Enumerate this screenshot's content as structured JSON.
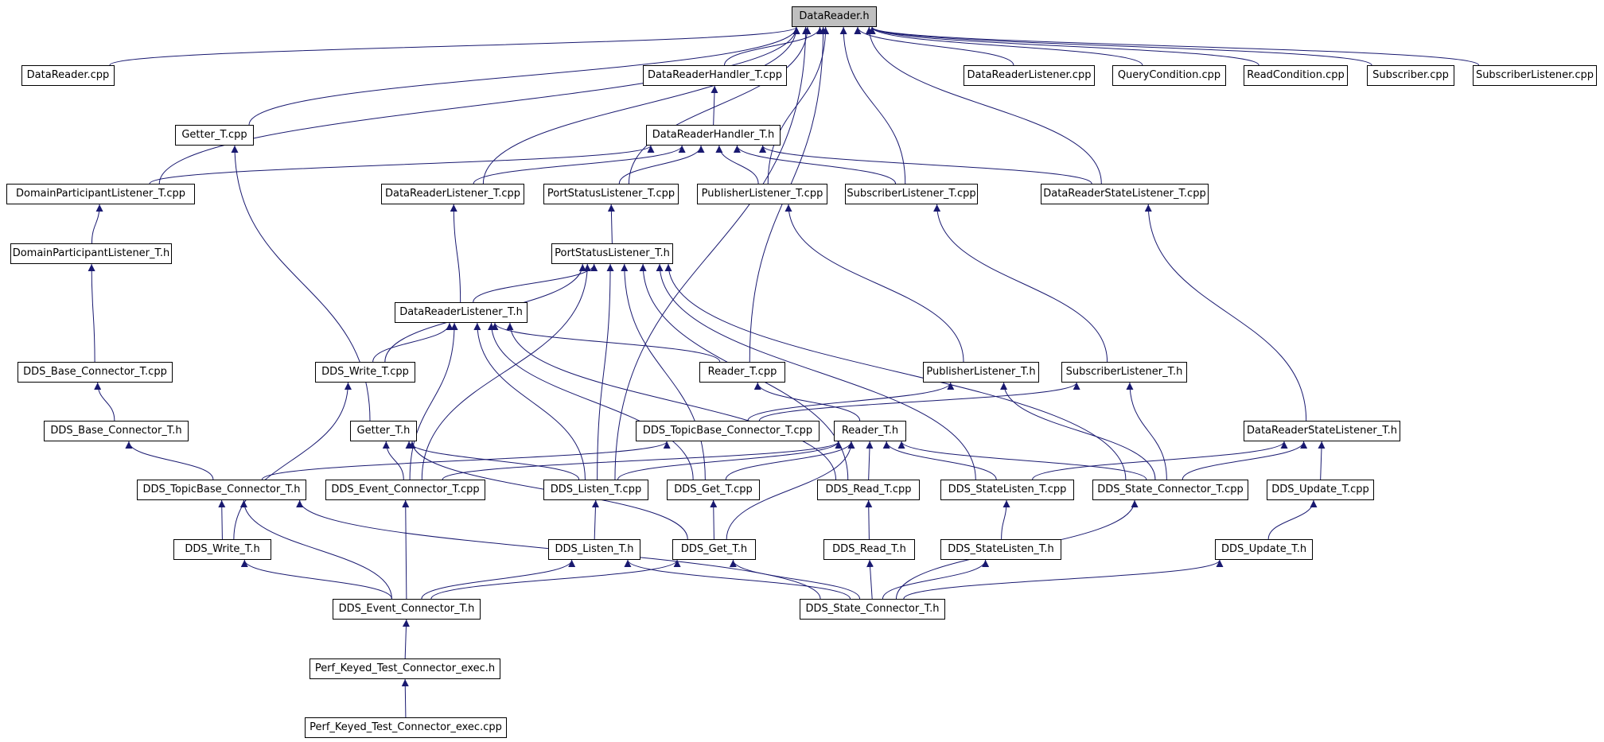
{
  "diagram": {
    "edge_color": "#191970",
    "root_fill": "#bfbfbf",
    "nodes": {
      "dr_h": "DataReader.h",
      "dr_cpp": "DataReader.cpp",
      "drh_t_cpp": "DataReaderHandler_T.cpp",
      "drl_cpp": "DataReaderListener.cpp",
      "qc_cpp": "QueryCondition.cpp",
      "rc_cpp": "ReadCondition.cpp",
      "sub_cpp": "Subscriber.cpp",
      "subl_cpp": "SubscriberListener.cpp",
      "getter_cpp": "Getter_T.cpp",
      "drh_t_h": "DataReaderHandler_T.h",
      "dpl_t_cpp": "DomainParticipantListener_T.cpp",
      "drl_t_cpp": "DataReaderListener_T.cpp",
      "psl_t_cpp": "PortStatusListener_T.cpp",
      "publ_t_cpp": "PublisherListener_T.cpp",
      "subl_t_cpp": "SubscriberListener_T.cpp",
      "drsl_t_cpp": "DataReaderStateListener_T.cpp",
      "dpl_t_h": "DomainParticipantListener_T.h",
      "psl_t_h": "PortStatusListener_T.h",
      "drl_t_h": "DataReaderListener_T.h",
      "dbc_t_cpp": "DDS_Base_Connector_T.cpp",
      "dw_t_cpp": "DDS_Write_T.cpp",
      "reader_t_cpp": "Reader_T.cpp",
      "publ_t_h": "PublisherListener_T.h",
      "subl_t_h": "SubscriberListener_T.h",
      "dbc_t_h": "DDS_Base_Connector_T.h",
      "getter_h": "Getter_T.h",
      "dtbc_t_cpp": "DDS_TopicBase_Connector_T.cpp",
      "reader_t_h": "Reader_T.h",
      "drsl_t_h": "DataReaderStateListener_T.h",
      "dtbc_t_h": "DDS_TopicBase_Connector_T.h",
      "dec_t_cpp": "DDS_Event_Connector_T.cpp",
      "dl_t_cpp": "DDS_Listen_T.cpp",
      "dg_t_cpp": "DDS_Get_T.cpp",
      "drd_t_cpp": "DDS_Read_T.cpp",
      "dsl_t_cpp": "DDS_StateListen_T.cpp",
      "dsc_t_cpp": "DDS_State_Connector_T.cpp",
      "du_t_cpp": "DDS_Update_T.cpp",
      "dw_t_h": "DDS_Write_T.h",
      "dl_t_h": "DDS_Listen_T.h",
      "dg_t_h": "DDS_Get_T.h",
      "drd_t_h": "DDS_Read_T.h",
      "dsl_t_h": "DDS_StateListen_T.h",
      "du_t_h": "DDS_Update_T.h",
      "dec_t_h": "DDS_Event_Connector_T.h",
      "dsc_t_h": "DDS_State_Connector_T.h",
      "perf_h": "Perf_Keyed_Test_Connector_exec.h",
      "perf_cpp": "Perf_Keyed_Test_Connector_exec.cpp"
    },
    "edges": [
      [
        "dr_cpp",
        "dr_h"
      ],
      [
        "drh_t_cpp",
        "dr_h"
      ],
      [
        "drl_cpp",
        "dr_h"
      ],
      [
        "qc_cpp",
        "dr_h"
      ],
      [
        "rc_cpp",
        "dr_h"
      ],
      [
        "sub_cpp",
        "dr_h"
      ],
      [
        "subl_cpp",
        "dr_h"
      ],
      [
        "getter_cpp",
        "dr_h"
      ],
      [
        "dpl_t_cpp",
        "dr_h"
      ],
      [
        "drl_t_cpp",
        "dr_h"
      ],
      [
        "psl_t_cpp",
        "dr_h"
      ],
      [
        "publ_t_cpp",
        "dr_h"
      ],
      [
        "subl_t_cpp",
        "dr_h"
      ],
      [
        "drsl_t_cpp",
        "dr_h"
      ],
      [
        "reader_t_cpp",
        "dr_h"
      ],
      [
        "dl_t_cpp",
        "dr_h"
      ],
      [
        "drh_t_h",
        "drh_t_cpp"
      ],
      [
        "dpl_t_cpp",
        "drh_t_h"
      ],
      [
        "drl_t_cpp",
        "drh_t_h"
      ],
      [
        "psl_t_cpp",
        "drh_t_h"
      ],
      [
        "publ_t_cpp",
        "drh_t_h"
      ],
      [
        "subl_t_cpp",
        "drh_t_h"
      ],
      [
        "drsl_t_cpp",
        "drh_t_h"
      ],
      [
        "dpl_t_h",
        "dpl_t_cpp"
      ],
      [
        "dbc_t_cpp",
        "dpl_t_h"
      ],
      [
        "dbc_t_h",
        "dbc_t_cpp"
      ],
      [
        "dtbc_t_h",
        "dbc_t_h"
      ],
      [
        "getter_h",
        "getter_cpp"
      ],
      [
        "drl_t_h",
        "drl_t_cpp"
      ],
      [
        "psl_t_h",
        "psl_t_cpp"
      ],
      [
        "drl_t_h",
        "psl_t_h"
      ],
      [
        "dw_t_cpp",
        "psl_t_h"
      ],
      [
        "dec_t_cpp",
        "psl_t_h"
      ],
      [
        "dl_t_cpp",
        "psl_t_h"
      ],
      [
        "dg_t_cpp",
        "psl_t_h"
      ],
      [
        "drd_t_cpp",
        "psl_t_h"
      ],
      [
        "dsl_t_cpp",
        "psl_t_h"
      ],
      [
        "dsc_t_cpp",
        "psl_t_h"
      ],
      [
        "dw_t_cpp",
        "drl_t_h"
      ],
      [
        "reader_t_cpp",
        "drl_t_h"
      ],
      [
        "dec_t_cpp",
        "drl_t_h"
      ],
      [
        "dl_t_cpp",
        "drl_t_h"
      ],
      [
        "dg_t_cpp",
        "drl_t_h"
      ],
      [
        "drd_t_cpp",
        "drl_t_h"
      ],
      [
        "dw_t_h",
        "dw_t_cpp"
      ],
      [
        "publ_t_h",
        "publ_t_cpp"
      ],
      [
        "subl_t_h",
        "subl_t_cpp"
      ],
      [
        "dtbc_t_cpp",
        "publ_t_h"
      ],
      [
        "dtbc_t_cpp",
        "subl_t_h"
      ],
      [
        "dsc_t_cpp",
        "publ_t_h"
      ],
      [
        "dsc_t_cpp",
        "subl_t_h"
      ],
      [
        "reader_t_h",
        "reader_t_cpp"
      ],
      [
        "dec_t_cpp",
        "reader_t_h"
      ],
      [
        "dl_t_cpp",
        "reader_t_h"
      ],
      [
        "dg_t_cpp",
        "reader_t_h"
      ],
      [
        "drd_t_cpp",
        "reader_t_h"
      ],
      [
        "dsl_t_cpp",
        "reader_t_h"
      ],
      [
        "dsc_t_cpp",
        "reader_t_h"
      ],
      [
        "dg_t_h",
        "reader_t_h"
      ],
      [
        "dec_t_cpp",
        "getter_h"
      ],
      [
        "dl_t_cpp",
        "getter_h"
      ],
      [
        "dg_t_h",
        "getter_h"
      ],
      [
        "dtbc_t_h",
        "dtbc_t_cpp"
      ],
      [
        "drsl_t_h",
        "drsl_t_cpp"
      ],
      [
        "dsl_t_cpp",
        "drsl_t_h"
      ],
      [
        "dsc_t_cpp",
        "drsl_t_h"
      ],
      [
        "du_t_cpp",
        "drsl_t_h"
      ],
      [
        "dl_t_h",
        "dl_t_cpp"
      ],
      [
        "dg_t_h",
        "dg_t_cpp"
      ],
      [
        "drd_t_h",
        "drd_t_cpp"
      ],
      [
        "dsl_t_h",
        "dsl_t_cpp"
      ],
      [
        "du_t_h",
        "du_t_cpp"
      ],
      [
        "dw_t_h",
        "dtbc_t_h"
      ],
      [
        "dec_t_h",
        "dtbc_t_h"
      ],
      [
        "dsc_t_h",
        "dtbc_t_h"
      ],
      [
        "dec_t_h",
        "dw_t_h"
      ],
      [
        "dec_t_h",
        "dec_t_cpp"
      ],
      [
        "dec_t_h",
        "dl_t_h"
      ],
      [
        "dec_t_h",
        "dg_t_h"
      ],
      [
        "dsc_t_h",
        "dl_t_h"
      ],
      [
        "dsc_t_h",
        "dg_t_h"
      ],
      [
        "dsc_t_h",
        "drd_t_h"
      ],
      [
        "dsc_t_h",
        "dsl_t_h"
      ],
      [
        "dsc_t_h",
        "dsc_t_cpp"
      ],
      [
        "dsc_t_h",
        "du_t_h"
      ],
      [
        "perf_h",
        "dec_t_h"
      ],
      [
        "perf_cpp",
        "perf_h"
      ]
    ]
  }
}
